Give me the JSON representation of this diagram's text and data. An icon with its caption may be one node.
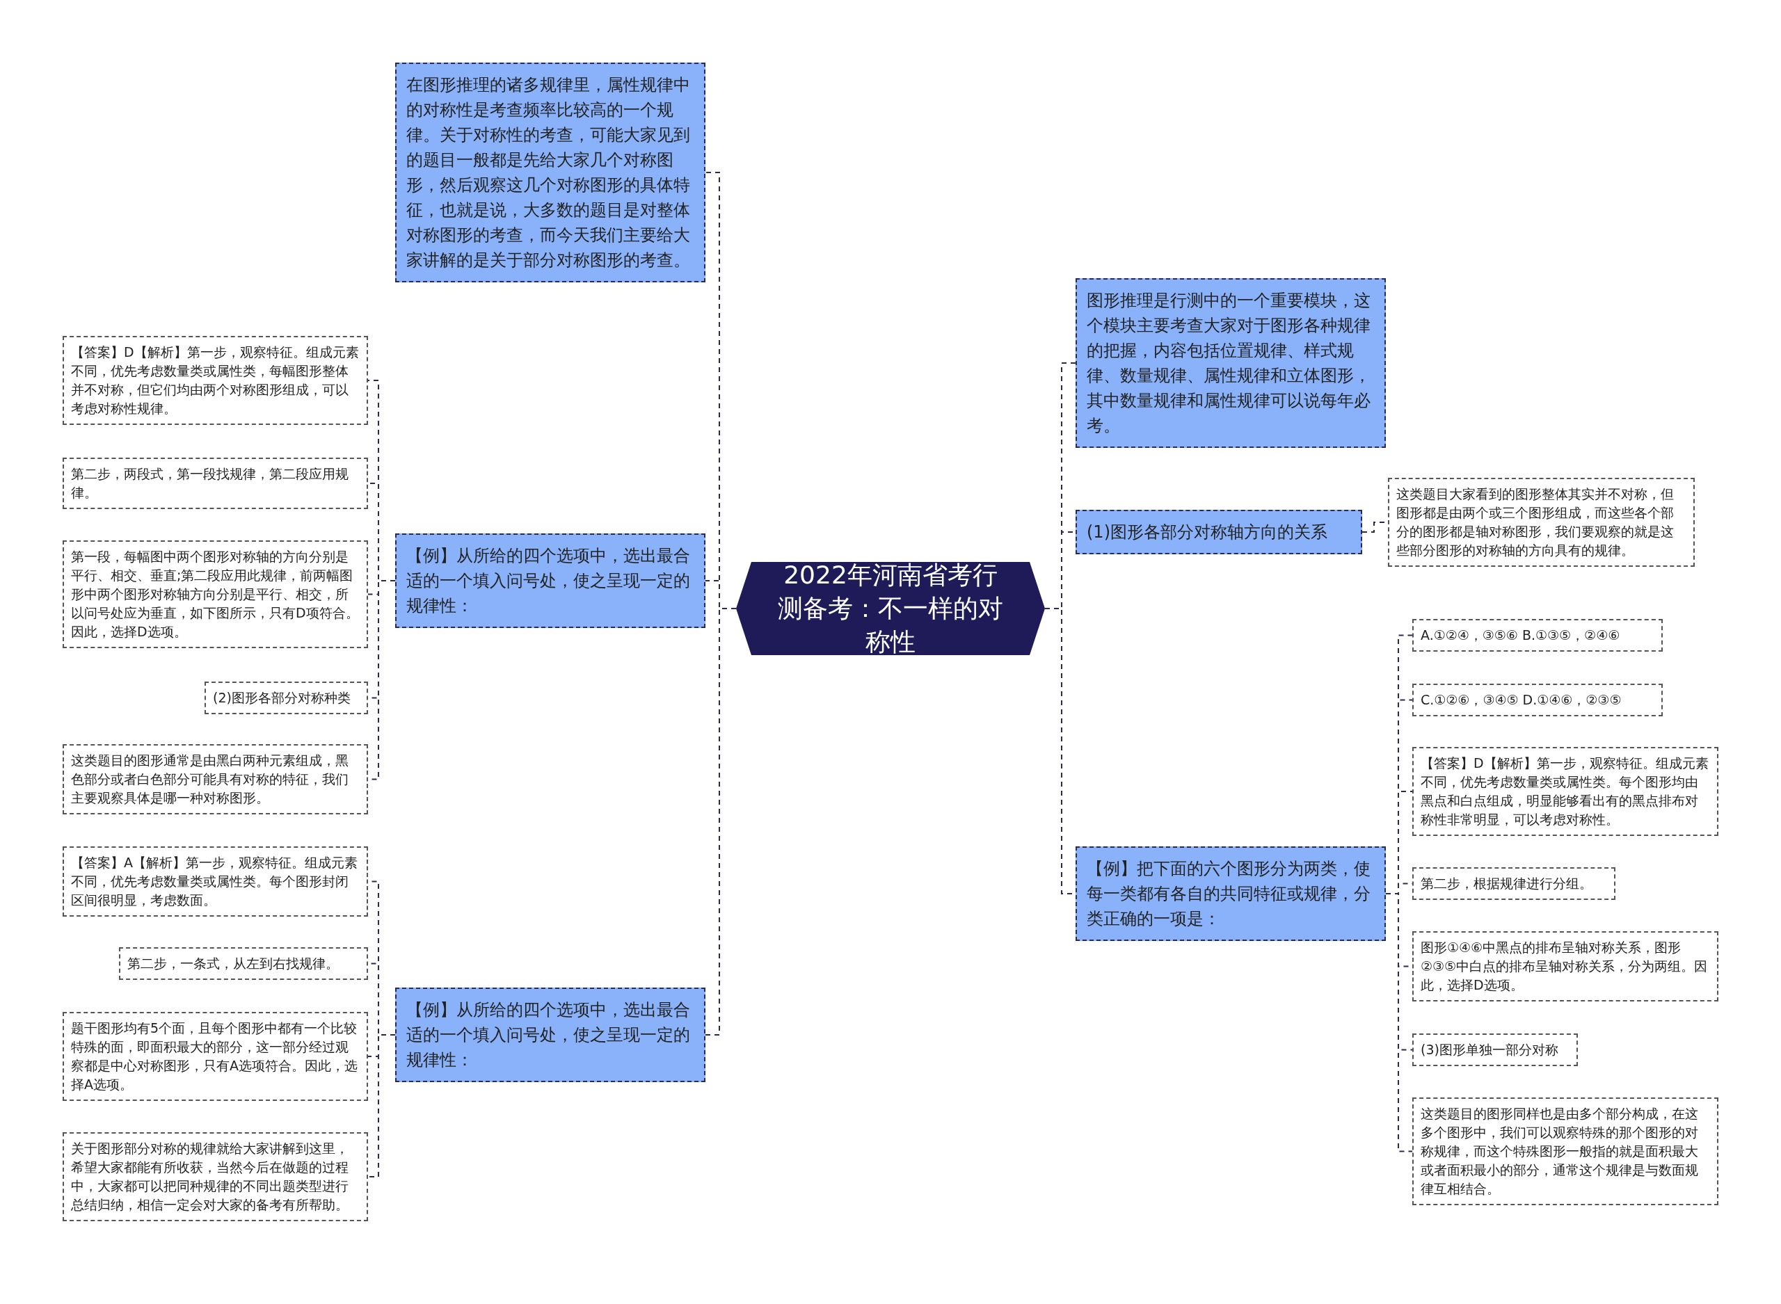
{
  "diagram": {
    "nodes": [
      {
        "text": [
          "2022年河南省考行测备考：不一样的对称性"
        ]
      },
      {
        "text": [
          "在图形推理的诸多规律里，属性规律中的对称性是考查频率比较高的一个规律。关于对称性的考查，可能大家见到的题目一般都是先给大家几个对称图形，然后观察这几个对称图形的具体特征，也就是说，大多数的题目是对整体对称图形的考查，而今天我们主要给大家讲解的是关于部分对称图形的考查。"
        ]
      },
      {
        "text": [
          "【例】从所给的四个选项中，选出最合适的一个填入问号处，使之呈现一定的规律性："
        ]
      },
      {
        "text": [
          "【答案】D【解析】第一步，观察特征。组成元素不同，优先考虑数量类或属性类，每幅图形整体并不对称，但它们均由两个对称图形组成，可以考虑对称性规律。"
        ]
      },
      {
        "text": [
          "第二步，两段式，第一段找规律，第二段应用规律。"
        ]
      },
      {
        "text": [
          "第一段，每幅图中两个图形对称轴的方向分别是平行、相交、垂直;第二段应用此规律，前两幅图形中两个图形对称轴方向分别是平行、相交，所以问号处应为垂直，如下图所示，只有D项符合。因此，选择D选项。"
        ]
      },
      {
        "text": [
          "(2)图形各部分对称种类"
        ]
      },
      {
        "text": [
          "这类题目的图形通常是由黑白两种元素组成，黑色部分或者白色部分可能具有对称的特征，我们主要观察具体是哪一种对称图形。"
        ]
      },
      {
        "text": [
          "【例】从所给的四个选项中，选出最合适的一个填入问号处，使之呈现一定的规律性："
        ]
      },
      {
        "text": [
          "【答案】A【解析】第一步，观察特征。组成元素不同，优先考虑数量类或属性类。每个图形封闭区间很明显，考虑数面。"
        ]
      },
      {
        "text": [
          "第二步，一条式，从左到右找规律。"
        ]
      },
      {
        "text": [
          "题干图形均有5个面，且每个图形中都有一个比较特殊的面，即面积最大的部分，这一部分经过观察都是中心对称图形，只有A选项符合。因此，选择A选项。"
        ]
      },
      {
        "text": [
          "关于图形部分对称的规律就给大家讲解到这里，希望大家都能有所收获，当然今后在做题的过程中，大家都可以把同种规律的不同出题类型进行总结归纳，相信一定会对大家的备考有所帮助。"
        ]
      },
      {
        "text": [
          "图形推理是行测中的一个重要模块，这个模块主要考查大家对于图形各种规律的把握，内容包括位置规律、样式规律、数量规律、属性规律和立体图形，其中数量规律和属性规律可以说每年必考。"
        ]
      },
      {
        "text": [
          "(1)图形各部分对称轴方向的关系"
        ]
      },
      {
        "text": [
          "这类题目大家看到的图形整体其实并不对称，但图形都是由两个或三个图形组成，而这些各个部分的图形都是轴对称图形，我们要观察的就是这些部分图形的对称轴的方向具有的规律。"
        ]
      },
      {
        "text": [
          "【例】把下面的六个图形分为两类，使每一类都有各自的共同特征或规律，分类正确的一项是："
        ]
      },
      {
        "text": [
          "A.①②④，③⑤⑥ B.①③⑤，②④⑥"
        ]
      },
      {
        "text": [
          "C.①②⑥，③④⑤ D.①④⑥，②③⑤"
        ]
      },
      {
        "text": [
          "【答案】D【解析】第一步，观察特征。组成元素不同，优先考虑数量类或属性类。每个图形均由黑点和白点组成，明显能够看出有的黑点排布对称性非常明显，可以考虑对称性。"
        ]
      },
      {
        "text": [
          "第二步，根据规律进行分组。"
        ]
      },
      {
        "text": [
          "图形①④⑥中黑点的排布呈轴对称关系，图形②③⑤中白点的排布呈轴对称关系，分为两组。因此，选择D选项。"
        ]
      },
      {
        "text": [
          "(3)图形单独一部分对称"
        ]
      },
      {
        "text": [
          "这类题目的图形同样也是由多个部分构成，在这多个图形中，我们可以观察特殊的那个图形的对称规律，而这个特殊图形一般指的就是面积最大或者面积最小的部分，通常这个规律是与数面规律互相结合。"
        ]
      }
    ],
    "edges": [
      {
        "from": 0,
        "to": 1,
        "arrow": "none",
        "style": "dashed"
      },
      {
        "from": 0,
        "to": 2,
        "arrow": "none",
        "style": "dashed"
      },
      {
        "from": 2,
        "to": 3,
        "arrow": "none",
        "style": "dashed"
      },
      {
        "from": 2,
        "to": 4,
        "arrow": "none",
        "style": "dashed"
      },
      {
        "from": 2,
        "to": 5,
        "arrow": "none",
        "style": "dashed"
      },
      {
        "from": 2,
        "to": 6,
        "arrow": "none",
        "style": "dashed"
      },
      {
        "from": 2,
        "to": 7,
        "arrow": "none",
        "style": "dashed"
      },
      {
        "from": 0,
        "to": 8,
        "arrow": "none",
        "style": "dashed"
      },
      {
        "from": 8,
        "to": 9,
        "arrow": "none",
        "style": "dashed"
      },
      {
        "from": 8,
        "to": 10,
        "arrow": "none",
        "style": "dashed"
      },
      {
        "from": 8,
        "to": 11,
        "arrow": "none",
        "style": "dashed"
      },
      {
        "from": 8,
        "to": 12,
        "arrow": "none",
        "style": "dashed"
      },
      {
        "from": 0,
        "to": 13,
        "arrow": "none",
        "style": "dashed"
      },
      {
        "from": 0,
        "to": 14,
        "arrow": "none",
        "style": "dashed"
      },
      {
        "from": 14,
        "to": 15,
        "arrow": "none",
        "style": "dashed"
      },
      {
        "from": 0,
        "to": 16,
        "arrow": "none",
        "style": "dashed"
      },
      {
        "from": 16,
        "to": 17,
        "arrow": "none",
        "style": "dashed"
      },
      {
        "from": 16,
        "to": 18,
        "arrow": "none",
        "style": "dashed"
      },
      {
        "from": 16,
        "to": 19,
        "arrow": "none",
        "style": "dashed"
      },
      {
        "from": 16,
        "to": 20,
        "arrow": "none",
        "style": "dashed"
      },
      {
        "from": 16,
        "to": 21,
        "arrow": "none",
        "style": "dashed"
      },
      {
        "from": 16,
        "to": 22,
        "arrow": "none",
        "style": "dashed"
      },
      {
        "from": 16,
        "to": 23,
        "arrow": "none",
        "style": "dashed"
      }
    ]
  }
}
